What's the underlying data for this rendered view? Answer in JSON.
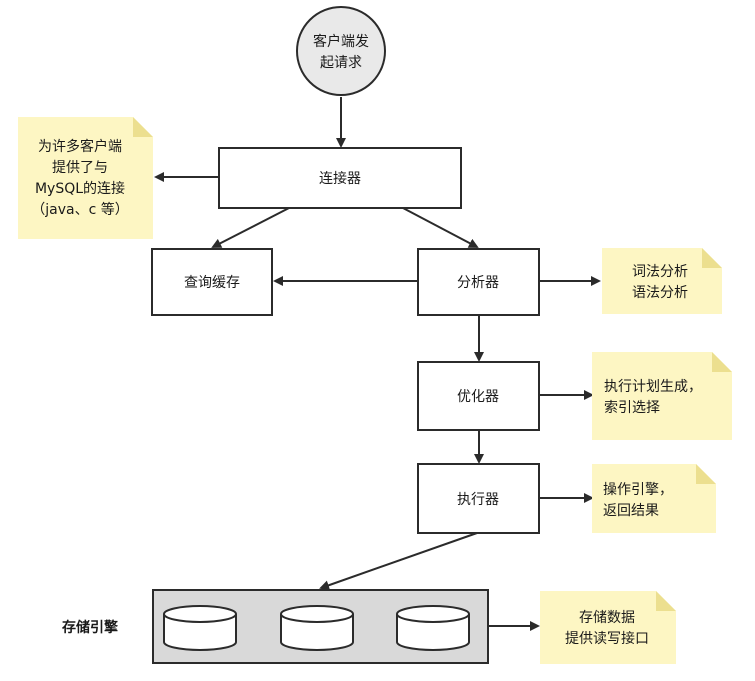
{
  "start": {
    "line1": "客户端发",
    "line2": "起请求"
  },
  "nodes": {
    "connector": "连接器",
    "query_cache": "查询缓存",
    "analyzer": "分析器",
    "optimizer": "优化器",
    "executor": "执行器"
  },
  "storage": {
    "label": "存储引擎"
  },
  "notes": {
    "connector": [
      "为许多客户端",
      "提供了与",
      "MySQL的连接",
      "（java、c 等）"
    ],
    "analyzer": [
      "词法分析",
      "语法分析"
    ],
    "optimizer": [
      "执行计划生成，",
      "索引选择"
    ],
    "executor": [
      "操作引擎，",
      "返回结果"
    ],
    "storage": [
      "存储数据",
      "提供读写接口"
    ]
  },
  "colors": {
    "note_fill": "#fdf6c3",
    "note_fold": "#ecdf8f",
    "start_fill": "#e9e9e9",
    "storage_fill": "#d9d9d9",
    "stroke": "#2b2b2b"
  }
}
